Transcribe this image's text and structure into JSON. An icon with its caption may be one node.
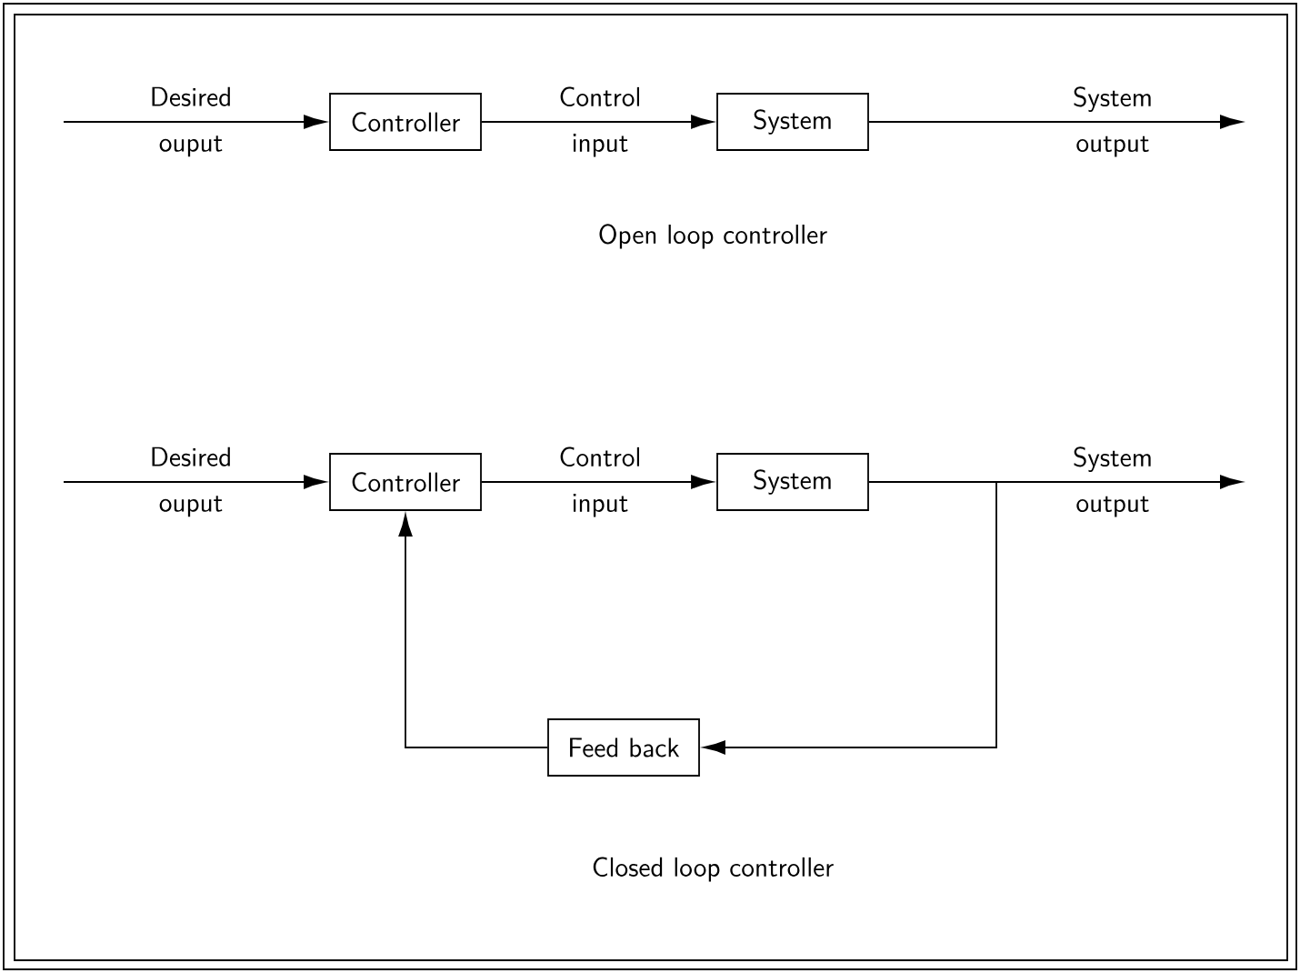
{
  "diagram": {
    "nodes": [
      {
        "text": [
          "Controller"
        ]
      },
      {
        "text": [
          "System"
        ]
      },
      {
        "text": [
          "Controller"
        ]
      },
      {
        "text": [
          "System"
        ]
      },
      {
        "text": [
          "Feed back"
        ]
      }
    ],
    "edges": [
      {
        "from": null,
        "to": 0,
        "arrow": "to",
        "label": "Desired ouput"
      },
      {
        "from": 0,
        "to": 1,
        "arrow": "to",
        "label": "Control input"
      },
      {
        "from": 1,
        "to": null,
        "arrow": "to",
        "label": "System output"
      },
      {
        "from": null,
        "to": 2,
        "arrow": "to",
        "label": "Desired ouput"
      },
      {
        "from": 2,
        "to": 3,
        "arrow": "to",
        "label": "Control input"
      },
      {
        "from": 3,
        "to": null,
        "arrow": "to",
        "label": "System output"
      },
      {
        "from": 3,
        "to": 4,
        "arrow": "to"
      },
      {
        "from": 4,
        "to": 2,
        "arrow": "to"
      }
    ],
    "labels": [
      "Open loop controller",
      "Closed loop controller"
    ]
  }
}
